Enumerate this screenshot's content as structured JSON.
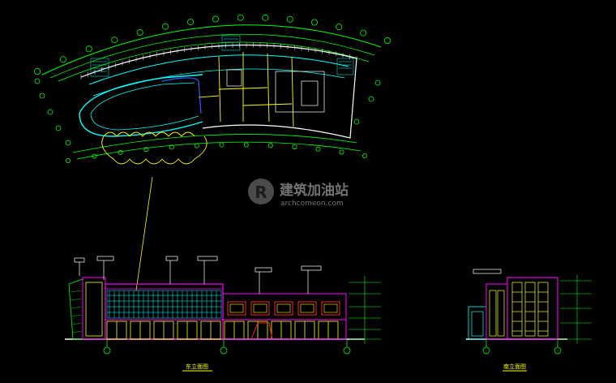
{
  "watermark": {
    "title": "建筑加油站",
    "url": "archcomeon.com"
  },
  "drawings": {
    "front_elevation_label": "东立面图",
    "side_elevation_label": "南立面图"
  },
  "colors": {
    "background": "#000000",
    "cyan": "#00ffff",
    "green": "#00ff00",
    "yellow": "#ffff00",
    "magenta": "#ff00ff",
    "red": "#ff2020",
    "white": "#ffffff",
    "blue": "#3060ff",
    "orange": "#ffa000"
  }
}
